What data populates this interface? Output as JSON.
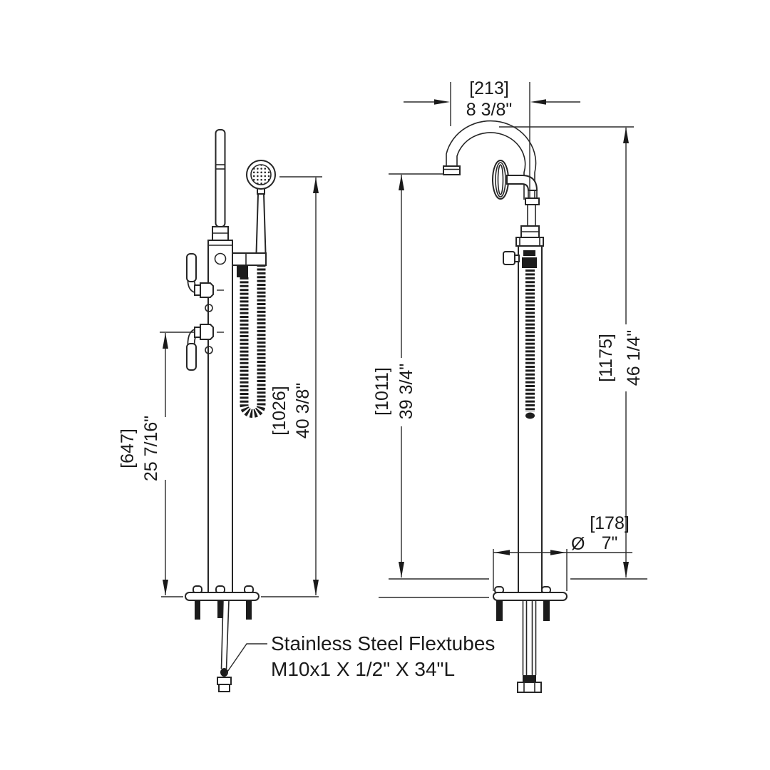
{
  "drawing": {
    "background": "#ffffff",
    "line_color": "#262626",
    "labels": {
      "dim_spout_reach": {
        "mm": "[213]",
        "in": "8 3/8\""
      },
      "dim_spout_height": {
        "mm": "[1011]",
        "in": "39 3/4\""
      },
      "dim_overall_height": {
        "mm": "[1175]",
        "in": "46 1/4\""
      },
      "dim_handshower_height": {
        "mm": "[1026]",
        "in": "40 3/8\""
      },
      "dim_handle_height": {
        "mm": "[647]",
        "in": "25 7/16\""
      },
      "dim_base_diameter": {
        "symbol": "Ø",
        "mm": "[178]",
        "in": "7\""
      },
      "note": {
        "line1": "Stainless Steel Flextubes",
        "line2": "M10x1 X 1/2\" X 34\"L"
      }
    }
  }
}
